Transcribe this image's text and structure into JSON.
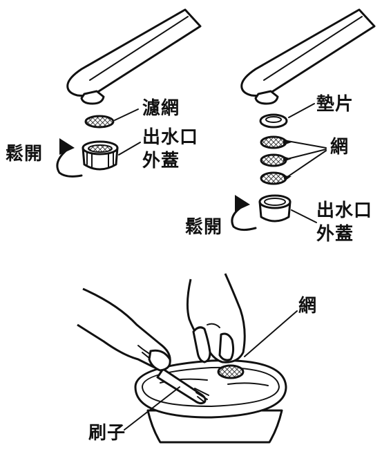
{
  "labels": {
    "left_filter": "濾網",
    "left_loosen": "鬆開",
    "left_cap_line1": "出水口",
    "left_cap_line2": "外蓋",
    "right_gasket": "墊片",
    "right_mesh": "網",
    "right_loosen": "鬆開",
    "right_cap_line1": "出水口",
    "right_cap_line2": "外蓋",
    "bottom_mesh": "網",
    "bottom_brush": "刷子"
  },
  "icons": {
    "loosen_arrow": "curved-arrow-icon",
    "mesh_disc": "mesh-disc-icon"
  },
  "colors": {
    "ink": "#111111",
    "paper": "#ffffff"
  }
}
